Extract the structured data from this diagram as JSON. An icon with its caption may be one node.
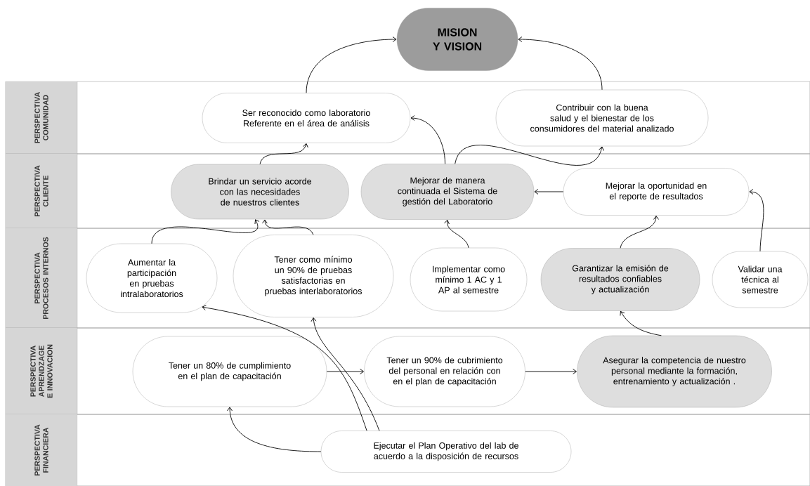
{
  "diagram": {
    "nodes": [
      {
        "text": [
          "MISION Y VISION"
        ]
      },
      {
        "text": [
          "PERSPECTIVA COMUNIDAD"
        ]
      },
      {
        "text": [
          "Ser reconocido como laboratorio Referente en el área de análisis"
        ],
        "in": 1
      },
      {
        "text": [
          "Contribuir con la buena salud y el bienestar de los consumidores del material analizado"
        ],
        "in": 1
      },
      {
        "text": [
          "PERSPECTIVA CLIENTE"
        ]
      },
      {
        "text": [
          "Brindar un servicio acorde con las necesidades de nuestros clientes"
        ],
        "in": 4
      },
      {
        "text": [
          "Mejorar de manera continuada el Sistema de gestión del Laboratorio"
        ],
        "in": 4
      },
      {
        "text": [
          "Mejorar la oportunidad en el reporte de resultados"
        ],
        "in": 4
      },
      {
        "text": [
          "PERSPECTIVA PROCESOS INTERNOS"
        ]
      },
      {
        "text": [
          "Aumentar la participación en pruebas intralaboratorios"
        ],
        "in": 8
      },
      {
        "text": [
          "Tener como mínimo un 90% de pruebas satisfactorias en pruebas interlaboratorios"
        ],
        "in": 8
      },
      {
        "text": [
          "Implementar como mínimo 1 AC y 1 AP al semestre"
        ],
        "in": 8
      },
      {
        "text": [
          "Garantizar la emisión de resultados confiables y actualización"
        ],
        "in": 8
      },
      {
        "text": [
          "Validar una técnica al semestre"
        ],
        "in": 8
      },
      {
        "text": [
          "PERSPECTIVA APRENDZAGE E INNOVACION"
        ]
      },
      {
        "text": [
          "Tener un 80% de cumplimiento en el plan de capacitación"
        ],
        "in": 14
      },
      {
        "text": [
          "Tener un 90% de cubrimiento del personal en relación con en el plan de capacitación"
        ],
        "in": 14
      },
      {
        "text": [
          "Asegurar la competencia de nuestro personal mediante la formación, entrenamiento y actualización ."
        ],
        "in": 14
      },
      {
        "text": [
          "PERSPECTIVA FINANCIERA"
        ]
      },
      {
        "text": [
          "Ejecutar el Plan Operativo del lab de acuerdo a la disposición de recursos"
        ],
        "in": 18
      }
    ],
    "edges": [
      {
        "from": 2,
        "to": 0,
        "arrow": "to"
      },
      {
        "from": 3,
        "to": 0,
        "arrow": "to"
      },
      {
        "from": 6,
        "to": 2,
        "arrow": "to"
      },
      {
        "from": 6,
        "to": 3,
        "arrow": "to"
      },
      {
        "from": 5,
        "to": 2,
        "arrow": "to"
      },
      {
        "from": 9,
        "to": 5,
        "arrow": "to"
      },
      {
        "from": 10,
        "to": 5,
        "arrow": "to"
      },
      {
        "from": 11,
        "to": 6,
        "arrow": "to"
      },
      {
        "from": 7,
        "to": 6,
        "arrow": "to"
      },
      {
        "from": 12,
        "to": 7,
        "arrow": "to"
      },
      {
        "from": 13,
        "to": 7,
        "arrow": "to"
      },
      {
        "from": 17,
        "to": 12,
        "arrow": "to"
      },
      {
        "from": 15,
        "to": 16,
        "arrow": "to"
      },
      {
        "from": 16,
        "to": 17,
        "arrow": "to"
      },
      {
        "from": 19,
        "to": 15,
        "arrow": "to"
      },
      {
        "from": 19,
        "to": 9,
        "arrow": "to"
      },
      {
        "from": 19,
        "to": 10,
        "arrow": "to"
      }
    ]
  }
}
